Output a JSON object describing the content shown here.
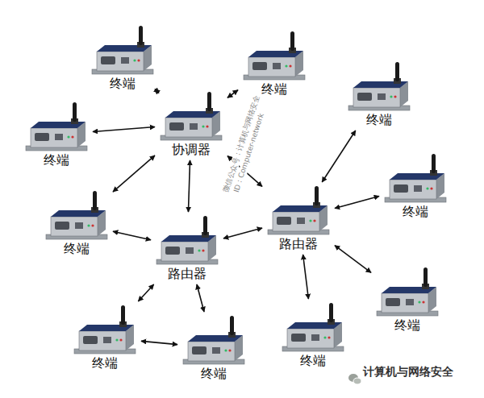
{
  "diagram": {
    "nodes": [
      {
        "text": [
          "终端"
        ]
      },
      {
        "text": [
          "终端"
        ]
      },
      {
        "text": [
          "终端"
        ]
      },
      {
        "text": [
          "终端"
        ]
      },
      {
        "text": [
          "协调器"
        ]
      },
      {
        "text": [
          "终端"
        ]
      },
      {
        "text": [
          "终端"
        ]
      },
      {
        "text": [
          "路由器"
        ]
      },
      {
        "text": [
          "路由器"
        ]
      },
      {
        "text": [
          "终端"
        ]
      },
      {
        "text": [
          "终端"
        ]
      },
      {
        "text": [
          "终端"
        ]
      },
      {
        "text": [
          "终端"
        ]
      }
    ],
    "edges": [
      {
        "from": 4,
        "to": 0,
        "arrow": "both"
      },
      {
        "from": 4,
        "to": 1,
        "arrow": "both"
      },
      {
        "from": 4,
        "to": 3,
        "arrow": "both"
      },
      {
        "from": 4,
        "to": 6,
        "arrow": "both"
      },
      {
        "from": 4,
        "to": 8,
        "arrow": "both"
      },
      {
        "from": 4,
        "to": 7,
        "arrow": "both"
      },
      {
        "from": 7,
        "to": 2,
        "arrow": "both"
      },
      {
        "from": 7,
        "to": 5,
        "arrow": "both"
      },
      {
        "from": 7,
        "to": 8,
        "arrow": "both"
      },
      {
        "from": 7,
        "to": 9,
        "arrow": "both"
      },
      {
        "from": 7,
        "to": 11,
        "arrow": "both"
      },
      {
        "from": 8,
        "to": 6,
        "arrow": "both"
      },
      {
        "from": 8,
        "to": 10,
        "arrow": "both"
      },
      {
        "from": 8,
        "to": 12,
        "arrow": "both"
      },
      {
        "from": 10,
        "to": 12,
        "arrow": "both"
      }
    ],
    "labels": [
      "微信公众号：计算机与网络安全",
      "ID：Computer-network",
      "计算机与网络安全"
    ]
  }
}
